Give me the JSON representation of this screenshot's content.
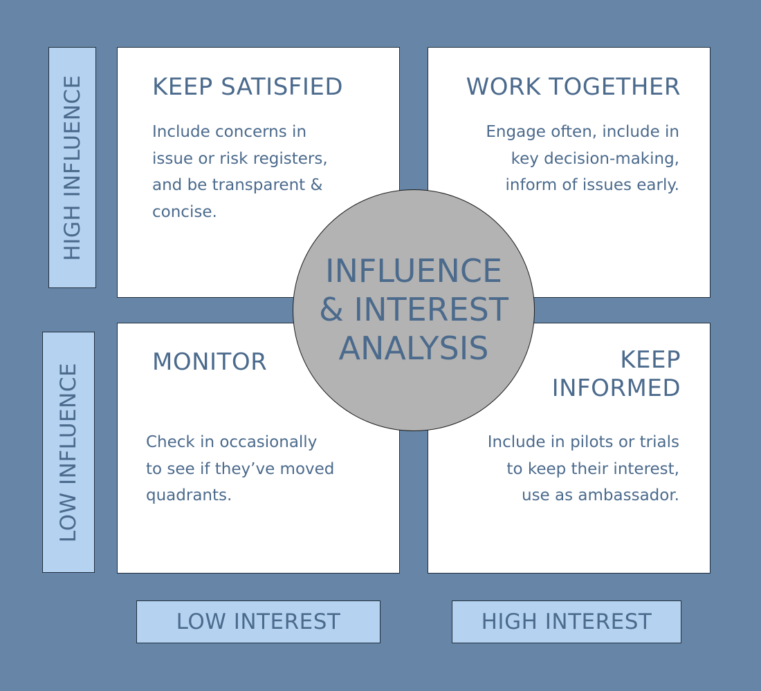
{
  "quadrants": {
    "top_left": {
      "title": "KEEP SATISFIED",
      "lines": [
        "Include concerns in",
        "issue or risk registers,",
        "and be transparent &",
        "concise."
      ]
    },
    "top_right": {
      "title": "WORK TOGETHER",
      "lines": [
        "Engage often, include in",
        "key decision-making,",
        "inform of issues early."
      ]
    },
    "bottom_left": {
      "title": "MONITOR",
      "lines": [
        "Check in occasionally",
        "to see if they’ve moved",
        "quadrants."
      ]
    },
    "bottom_right": {
      "title_lines": [
        "KEEP",
        "INFORMED"
      ],
      "lines": [
        "Include in pilots or trials",
        "to keep their interest,",
        "use as ambassador."
      ]
    }
  },
  "center": {
    "lines": [
      "INFLUENCE",
      "& INTEREST",
      "ANALYSIS"
    ]
  },
  "axes": {
    "high_influence": "HIGH INFLUENCE",
    "low_influence": "LOW INFLUENCE",
    "low_interest": "LOW INTEREST",
    "high_interest": "HIGH INTEREST"
  },
  "colors": {
    "background": "#6786a7",
    "panel": "#ffffff",
    "axis_fill": "#b5d3f1",
    "hub_fill": "#b3b3b3",
    "text": "#4b6a8c"
  }
}
